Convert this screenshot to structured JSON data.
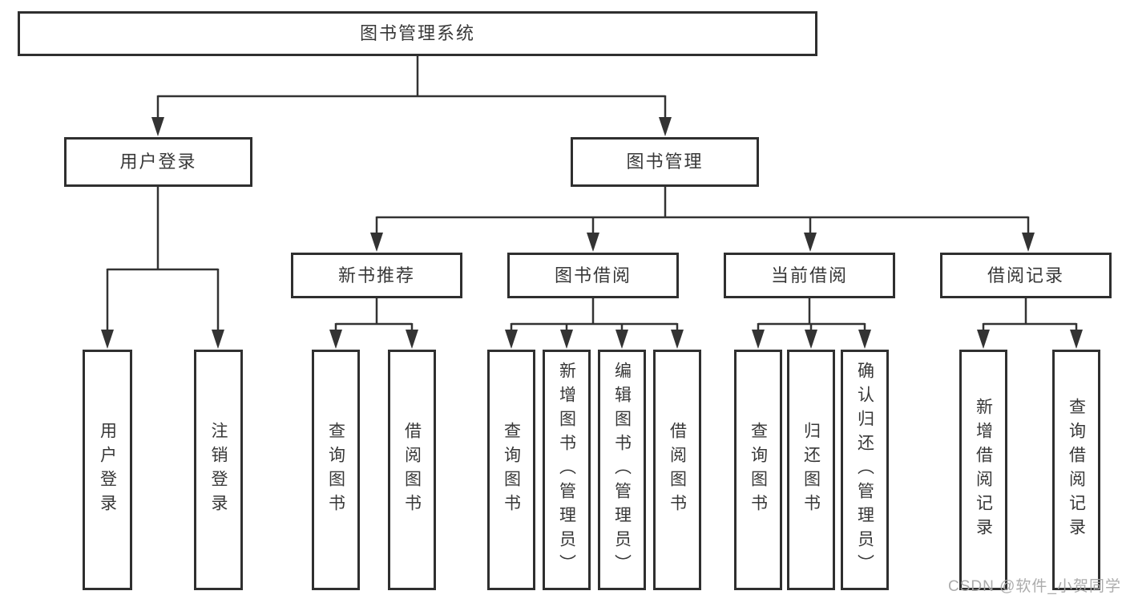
{
  "title": "图书管理系统",
  "tree": {
    "label": "图书管理系统",
    "children": [
      {
        "label": "用户登录",
        "children": [
          {
            "label": "用户登录"
          },
          {
            "label": "注销登录"
          }
        ]
      },
      {
        "label": "图书管理",
        "children": [
          {
            "label": "新书推荐",
            "children": [
              {
                "label": "查询图书"
              },
              {
                "label": "借阅图书"
              }
            ]
          },
          {
            "label": "图书借阅",
            "children": [
              {
                "label": "查询图书"
              },
              {
                "label": "新增图书（管理员）"
              },
              {
                "label": "编辑图书（管理员）"
              },
              {
                "label": "借阅图书"
              }
            ]
          },
          {
            "label": "当前借阅",
            "children": [
              {
                "label": "查询图书"
              },
              {
                "label": "归还图书"
              },
              {
                "label": "确认归还（管理员）"
              }
            ]
          },
          {
            "label": "借阅记录",
            "children": [
              {
                "label": "新增借阅记录"
              },
              {
                "label": "查询借阅记录"
              }
            ]
          }
        ]
      }
    ]
  },
  "watermark": {
    "text": "CSDN @软件_小贺同学"
  },
  "colors": {
    "line": "#333333",
    "box_border": "#2f2f2f",
    "text": "#383838",
    "watermark": "#a8a8a8",
    "background": "#ffffff"
  }
}
